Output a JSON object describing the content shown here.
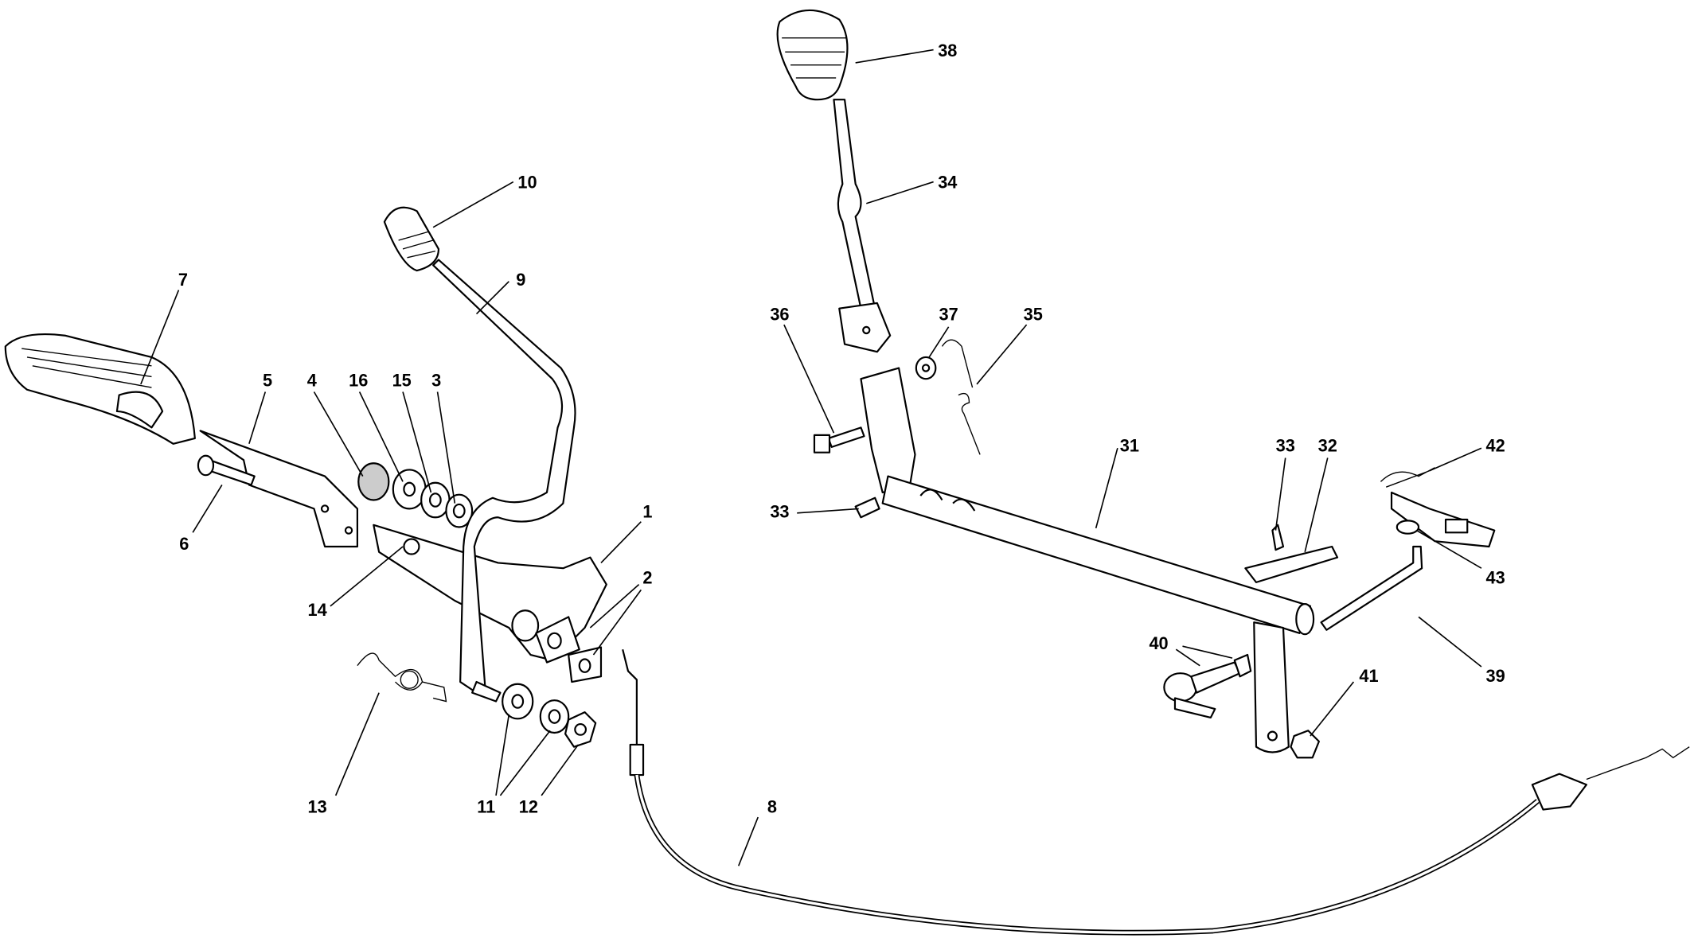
{
  "diagram": {
    "title": "Parts diagram - lever and cable assembly",
    "labels": {
      "p1": "1",
      "p2": "2",
      "p3": "3",
      "p4": "4",
      "p5": "5",
      "p6": "6",
      "p7": "7",
      "p8": "8",
      "p9": "9",
      "p10": "10",
      "p11": "11",
      "p12": "12",
      "p13": "13",
      "p14": "14",
      "p15": "15",
      "p16": "16",
      "p31": "31",
      "p32": "32",
      "p33a": "33",
      "p33b": "33",
      "p34": "34",
      "p35": "35",
      "p36": "36",
      "p37": "37",
      "p38": "38",
      "p39": "39",
      "p40": "40",
      "p41": "41",
      "p42": "42",
      "p43": "43"
    }
  }
}
